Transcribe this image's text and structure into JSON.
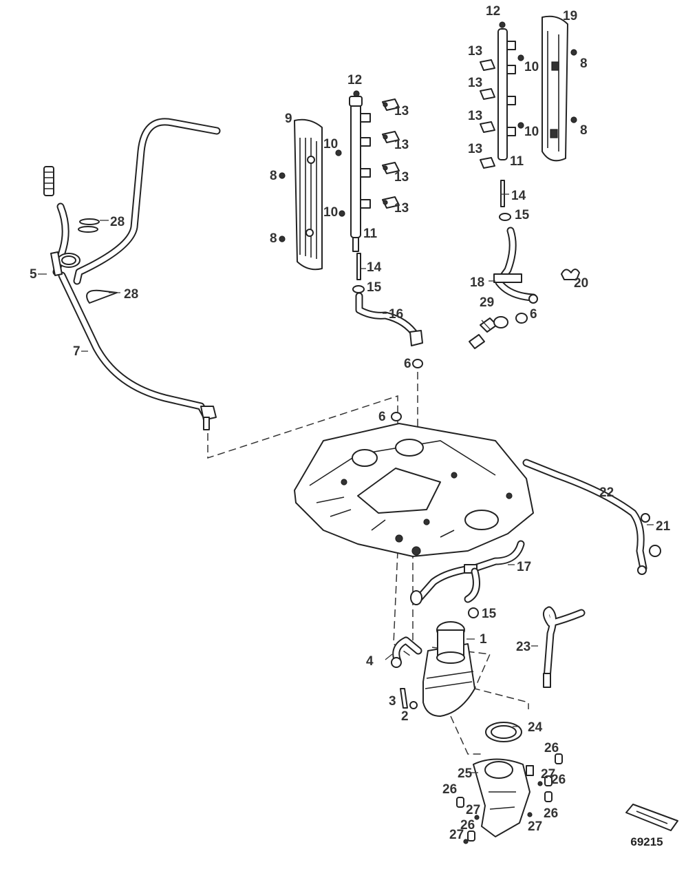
{
  "figure": {
    "number": "69215"
  },
  "callouts": [
    {
      "id": "c1",
      "text": "1"
    },
    {
      "id": "c2",
      "text": "2"
    },
    {
      "id": "c3",
      "text": "3"
    },
    {
      "id": "c4",
      "text": "4"
    },
    {
      "id": "c5",
      "text": "5"
    },
    {
      "id": "c6a",
      "text": "6"
    },
    {
      "id": "c6b",
      "text": "6"
    },
    {
      "id": "c6c",
      "text": "6"
    },
    {
      "id": "c7",
      "text": "7"
    },
    {
      "id": "c8a",
      "text": "8"
    },
    {
      "id": "c8b",
      "text": "8"
    },
    {
      "id": "c8c",
      "text": "8"
    },
    {
      "id": "c8d",
      "text": "8"
    },
    {
      "id": "c9",
      "text": "9"
    },
    {
      "id": "c10a",
      "text": "10"
    },
    {
      "id": "c10b",
      "text": "10"
    },
    {
      "id": "c10c",
      "text": "10"
    },
    {
      "id": "c10d",
      "text": "10"
    },
    {
      "id": "c11a",
      "text": "11"
    },
    {
      "id": "c11b",
      "text": "11"
    },
    {
      "id": "c12a",
      "text": "12"
    },
    {
      "id": "c12b",
      "text": "12"
    },
    {
      "id": "c13a",
      "text": "13"
    },
    {
      "id": "c13b",
      "text": "13"
    },
    {
      "id": "c13c",
      "text": "13"
    },
    {
      "id": "c13d",
      "text": "13"
    },
    {
      "id": "c13e",
      "text": "13"
    },
    {
      "id": "c13f",
      "text": "13"
    },
    {
      "id": "c13g",
      "text": "13"
    },
    {
      "id": "c13h",
      "text": "13"
    },
    {
      "id": "c14a",
      "text": "14"
    },
    {
      "id": "c14b",
      "text": "14"
    },
    {
      "id": "c15a",
      "text": "15"
    },
    {
      "id": "c15b",
      "text": "15"
    },
    {
      "id": "c15c",
      "text": "15"
    },
    {
      "id": "c16",
      "text": "16"
    },
    {
      "id": "c17",
      "text": "17"
    },
    {
      "id": "c18",
      "text": "18"
    },
    {
      "id": "c19",
      "text": "19"
    },
    {
      "id": "c20",
      "text": "20"
    },
    {
      "id": "c21",
      "text": "21"
    },
    {
      "id": "c22",
      "text": "22"
    },
    {
      "id": "c23",
      "text": "23"
    },
    {
      "id": "c24",
      "text": "24"
    },
    {
      "id": "c25",
      "text": "25"
    },
    {
      "id": "c26a",
      "text": "26"
    },
    {
      "id": "c26b",
      "text": "26"
    },
    {
      "id": "c26c",
      "text": "26"
    },
    {
      "id": "c26d",
      "text": "26"
    },
    {
      "id": "c26e",
      "text": "26"
    },
    {
      "id": "c27a",
      "text": "27"
    },
    {
      "id": "c27b",
      "text": "27"
    },
    {
      "id": "c27c",
      "text": "27"
    },
    {
      "id": "c27d",
      "text": "27"
    },
    {
      "id": "c28a",
      "text": "28"
    },
    {
      "id": "c28b",
      "text": "28"
    },
    {
      "id": "c29",
      "text": "29"
    }
  ]
}
